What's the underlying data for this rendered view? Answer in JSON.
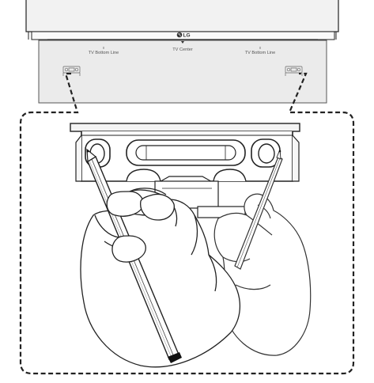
{
  "tv": {
    "brand_logo": "LG",
    "label_left": "TV Bottom Line",
    "label_center": "TV Center",
    "label_right": "TV Bottom Line"
  },
  "colors": {
    "line": "#222222",
    "tv_panel": "#f0f0f0",
    "guide_panel": "#ebebeb",
    "skin": "#ffffff",
    "pencil_tip": "#111111"
  },
  "icons": [
    "lg-logo-icon",
    "bracket-mark-icon",
    "hand-icon",
    "pencil-icon"
  ]
}
